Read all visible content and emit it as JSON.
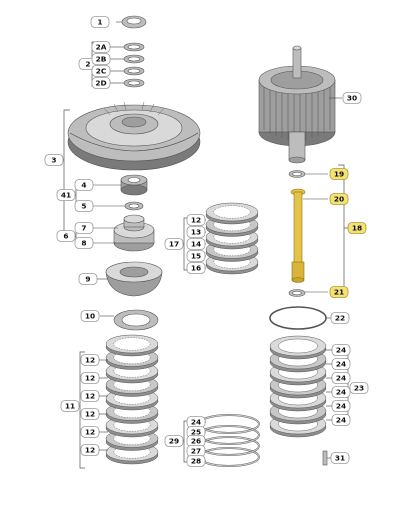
{
  "labels": {
    "p1": "1",
    "p2": "2",
    "p2A": "2A",
    "p2B": "2B",
    "p2C": "2C",
    "p2D": "2D",
    "p3": "3",
    "p41": "41",
    "p4": "4",
    "p5": "5",
    "p6": "6",
    "p7": "7",
    "p8": "8",
    "p9": "9",
    "p10": "10",
    "p11": "11",
    "p12": "12",
    "p13": "13",
    "p14": "14",
    "p15": "15",
    "p16": "16",
    "p17": "17",
    "p18": "18",
    "p19": "19",
    "p20": "20",
    "p21": "21",
    "p22": "22",
    "p23": "23",
    "p24": "24",
    "p25": "25",
    "p26": "26",
    "p27": "27",
    "p28": "28",
    "p29": "29",
    "p30": "30",
    "p31": "31"
  },
  "colors": {
    "highlight": "#f3e27a",
    "highlight_border": "#b59a20",
    "shaft": "#e6c24a",
    "part_gray": "#bdbdbd"
  }
}
